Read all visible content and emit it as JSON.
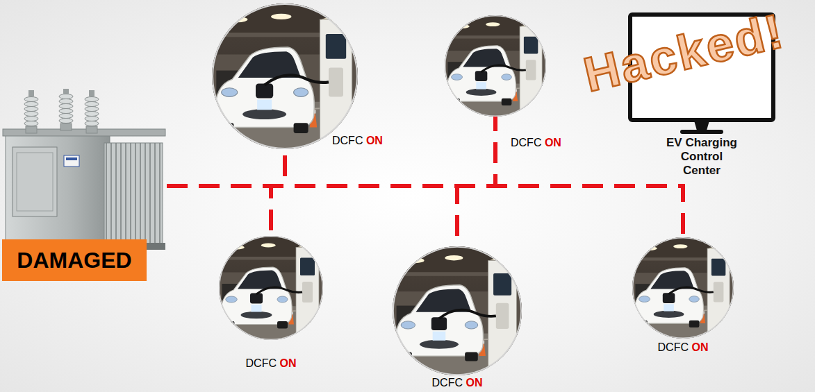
{
  "diagram": {
    "nodes": [
      {
        "text": [
          "DAMAGED"
        ]
      },
      {
        "text": [
          "DCFC ON"
        ]
      },
      {
        "text": [
          "DCFC ON"
        ]
      },
      {
        "text": [
          "EV Charging Control Center"
        ]
      },
      {
        "text": [
          "DCFC ON"
        ]
      },
      {
        "text": [
          "DCFC ON"
        ]
      },
      {
        "text": [
          "DCFC ON"
        ]
      }
    ],
    "edges": [
      {
        "from": 0,
        "to": 1,
        "arrow": "none"
      },
      {
        "from": 0,
        "to": 2,
        "arrow": "none"
      },
      {
        "from": 0,
        "to": 4,
        "arrow": "none"
      },
      {
        "from": 0,
        "to": 5,
        "arrow": "none"
      },
      {
        "from": 0,
        "to": 6,
        "arrow": "none"
      }
    ],
    "labels": [
      "Hacked!"
    ]
  }
}
